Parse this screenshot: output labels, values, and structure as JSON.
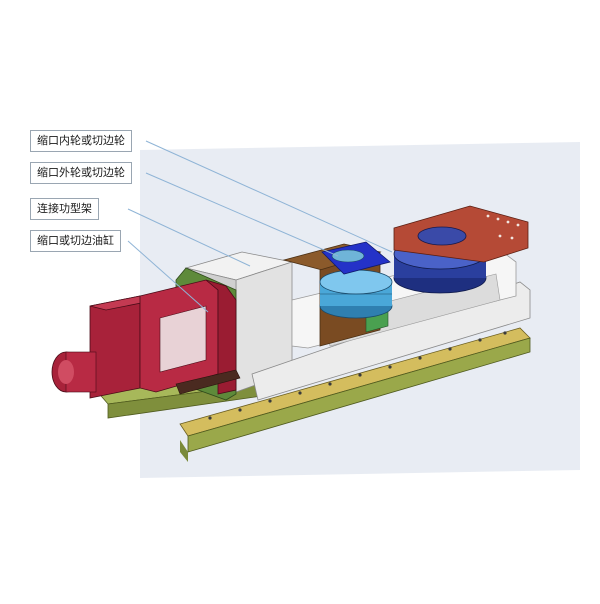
{
  "callouts": [
    {
      "id": "inner-wheel",
      "label": "缩口内轮或切边轮"
    },
    {
      "id": "outer-wheel",
      "label": "缩口外轮或切边轮"
    },
    {
      "id": "frame",
      "label": "连接功型架"
    },
    {
      "id": "cylinder",
      "label": "缩口或切边油缸"
    }
  ],
  "colors": {
    "backdrop": "#dfe5ee",
    "rail": "#c9b25a",
    "base_plate": "#8a9a4a",
    "frame_body": "#e6e6e6",
    "cylinder": "#a8223a",
    "inner_wheel": "#2a3f9e",
    "outer_wheel": "#4aa7d8",
    "top_arm": "#b54a36",
    "leader_line": "#8fb4d6"
  }
}
